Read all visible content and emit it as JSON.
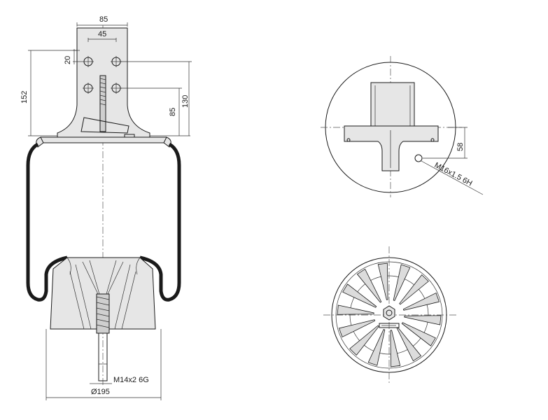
{
  "dimensions": {
    "d85": "85",
    "d45": "45",
    "d20": "20",
    "d152": "152",
    "d85b": "85",
    "d130": "130",
    "d58": "58",
    "thread_top": "M16x1.5 6H",
    "thread_bottom": "M14x2 6G",
    "diameter": "Ø195"
  },
  "colors": {
    "line": "#1a1a1a",
    "bellows": "#1a1a1a",
    "fill_light": "#e6e6e6",
    "fill_dark": "#cfcfcf"
  }
}
